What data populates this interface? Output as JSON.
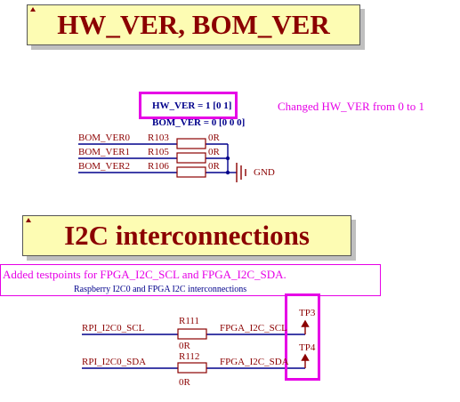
{
  "banners": {
    "hw_title": "HW_VER, BOM_VER",
    "i2c_title": "I2C interconnections"
  },
  "version": {
    "hw_ver": "HW_VER = 1 [0 1]",
    "bom_ver": "BOM_VER = 0 [0 0 0]",
    "change_note": "Changed HW_VER from 0 to 1"
  },
  "bom_straps": [
    {
      "net": "BOM_VER0",
      "ref": "R103",
      "value": "0R"
    },
    {
      "net": "BOM_VER1",
      "ref": "R105",
      "value": "0R"
    },
    {
      "net": "BOM_VER2",
      "ref": "R106",
      "value": "0R"
    }
  ],
  "gnd_label": "GND",
  "i2c": {
    "note": "Added testpoints for FPGA_I2C_SCL and FPGA_I2C_SDA.",
    "subtitle": "Raspberry I2C0 and FPGA I2C interconnections",
    "lines": [
      {
        "left_net": "RPI_I2C0_SCL",
        "ref": "R111",
        "value": "0R",
        "right_net": "FPGA_I2C_SCL",
        "testpoint": "TP3"
      },
      {
        "left_net": "RPI_I2C0_SDA",
        "ref": "R112",
        "value": "0R",
        "right_net": "FPGA_I2C_SDA",
        "testpoint": "TP4"
      }
    ]
  },
  "colors": {
    "wire": "#00008b",
    "component": "#8b0000",
    "highlight": "#e600e6",
    "banner_fill": "#fdfcb3"
  }
}
